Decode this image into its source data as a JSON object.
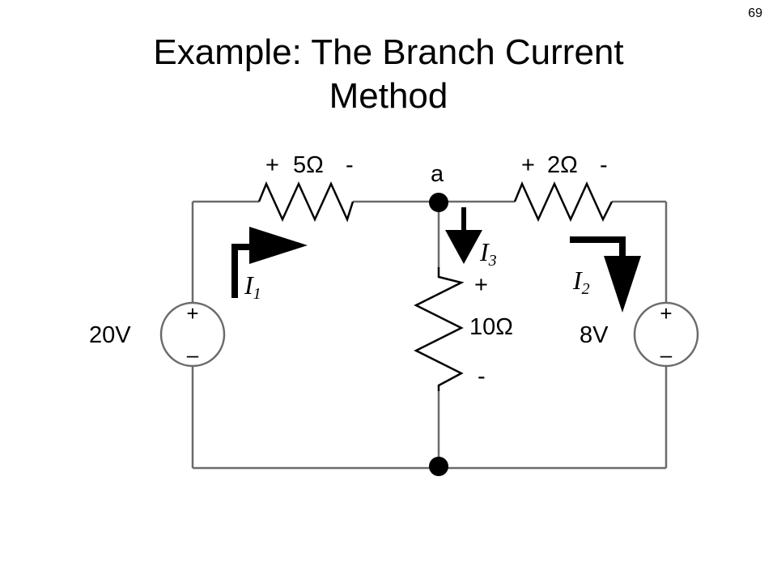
{
  "slide": {
    "number": "69",
    "title_line1": "Example:  The Branch Current",
    "title_line2": "Method"
  },
  "circuit": {
    "node_label": "a",
    "resistor_left": {
      "plus": "+",
      "value": "5Ω",
      "minus": "-"
    },
    "resistor_right": {
      "plus": "+",
      "value": "2Ω",
      "minus": "-"
    },
    "resistor_middle": {
      "plus": "+",
      "value": "10Ω",
      "minus": "-"
    },
    "source_left": {
      "value": "20V",
      "plus": "+",
      "minus": "–"
    },
    "source_right": {
      "value": "8V",
      "plus": "+",
      "minus": "–"
    },
    "currents": [
      {
        "symbol": "I",
        "subscript": "1"
      },
      {
        "symbol": "I",
        "subscript": "2"
      },
      {
        "symbol": "I",
        "subscript": "3"
      }
    ]
  }
}
